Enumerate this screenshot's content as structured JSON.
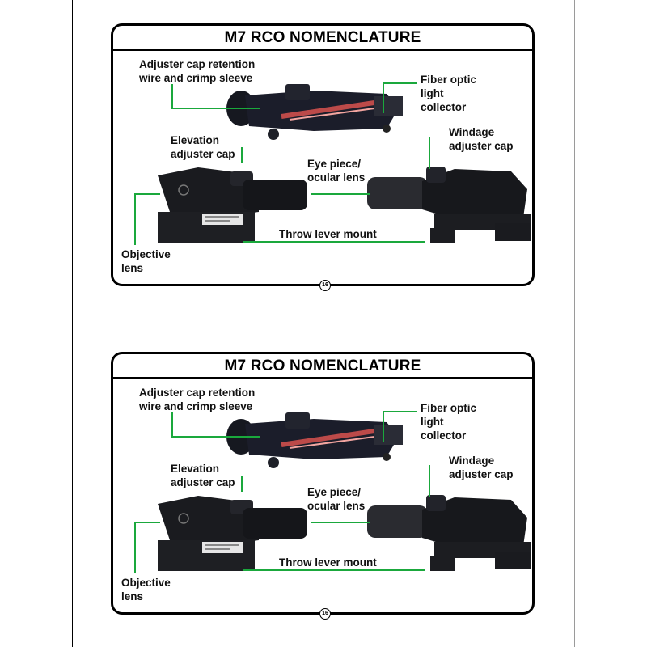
{
  "slides": [
    {
      "title": "M7 RCO NOMENCLATURE",
      "labels": {
        "retention": "Adjuster cap retention\nwire and crimp sleeve",
        "fiber": "Fiber optic\nlight\ncollector",
        "elevation": "Elevation\nadjuster cap",
        "windage": "Windage\nadjuster cap",
        "eyepiece": "Eye piece/\nocular lens",
        "throw": "Throw lever mount",
        "objective": "Objective\nlens"
      },
      "page_number": "16"
    },
    {
      "title": "M7 RCO NOMENCLATURE",
      "labels": {
        "retention": "Adjuster cap retention\nwire and crimp sleeve",
        "fiber": "Fiber optic\nlight\ncollector",
        "elevation": "Elevation\nadjuster cap",
        "windage": "Windage\nadjuster cap",
        "eyepiece": "Eye piece/\nocular lens",
        "throw": "Throw lever mount",
        "objective": "Objective\nlens"
      },
      "page_number": "16"
    }
  ],
  "colors": {
    "leader": "#1aa83c",
    "scope_body": "#1b1d24",
    "fiber_glow": "#d9534f"
  }
}
